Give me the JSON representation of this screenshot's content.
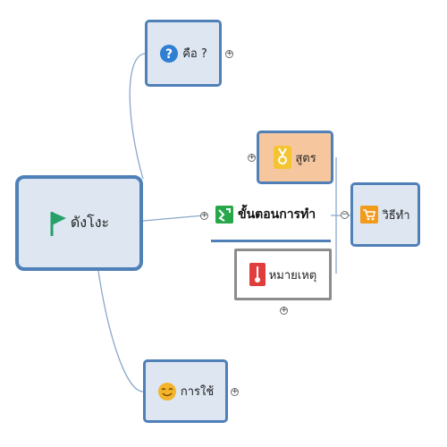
{
  "root": {
    "label": "ดังโงะ",
    "icon": "flag-icon",
    "color": "#27a06a"
  },
  "topics": {
    "what": {
      "label": "คือ ?",
      "icon": "question-icon",
      "color": "#2f7fd2",
      "toggle": "+"
    },
    "steps": {
      "label": "ขั้นตอนการทำ",
      "icon": "steps-icon",
      "color": "#26a84a",
      "toggle": "+"
    },
    "use": {
      "label": "การใช้",
      "icon": "smiley-icon",
      "color": "#f3b52b",
      "toggle": "+"
    }
  },
  "subtopics": {
    "how": {
      "label": "วิธีทำ",
      "icon": "cart-icon",
      "color": "#f29a1a",
      "toggle": "−"
    },
    "formula": {
      "label": "สูตร",
      "icon": "medal-icon",
      "color": "#f5c431",
      "toggle": "+"
    },
    "note": {
      "label": "หมายเหตุ",
      "icon": "thermometer-icon",
      "color": "#e03d3d",
      "toggle": "+"
    }
  },
  "colors": {
    "node_fill": "#dde6f1",
    "node_border": "#4f80b8",
    "line": "#8aa8cc",
    "formula_fill": "#f6c79e"
  }
}
